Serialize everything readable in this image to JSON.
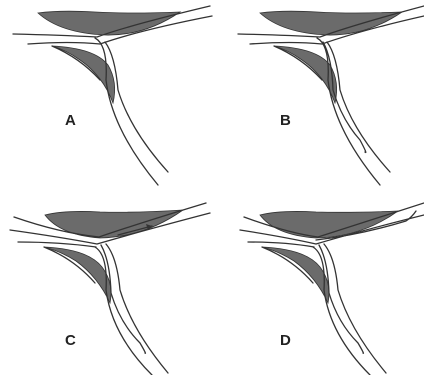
{
  "panels": [
    {
      "id": "A",
      "label": "A",
      "variant": "base"
    },
    {
      "id": "B",
      "label": "B",
      "variant": "inner-branch"
    },
    {
      "id": "C",
      "label": "C",
      "variant": "inner-branch-arrow"
    },
    {
      "id": "D",
      "label": "D",
      "variant": "inner-branch-upper-loop"
    }
  ],
  "colors": {
    "shade": "#6b6b6b",
    "line": "#333333",
    "background": "#ffffff"
  }
}
